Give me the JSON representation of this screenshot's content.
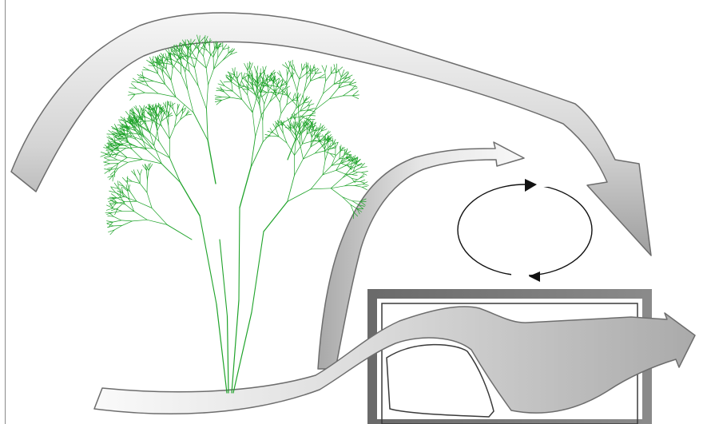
{
  "diagram": {
    "colors": {
      "background": "#ffffff",
      "tree": "#1fa32a",
      "arrow_light": "#f4f4f4",
      "arrow_dark": "#9c9c9c",
      "arrow_stroke": "#6d6d6d",
      "box_frame": "#555555",
      "cycle": "#111111"
    },
    "elements": [
      "tree-illustration",
      "canopy-arc-arrow",
      "rising-arrow",
      "ground-arrow",
      "cycle-loop",
      "framed-box"
    ]
  }
}
